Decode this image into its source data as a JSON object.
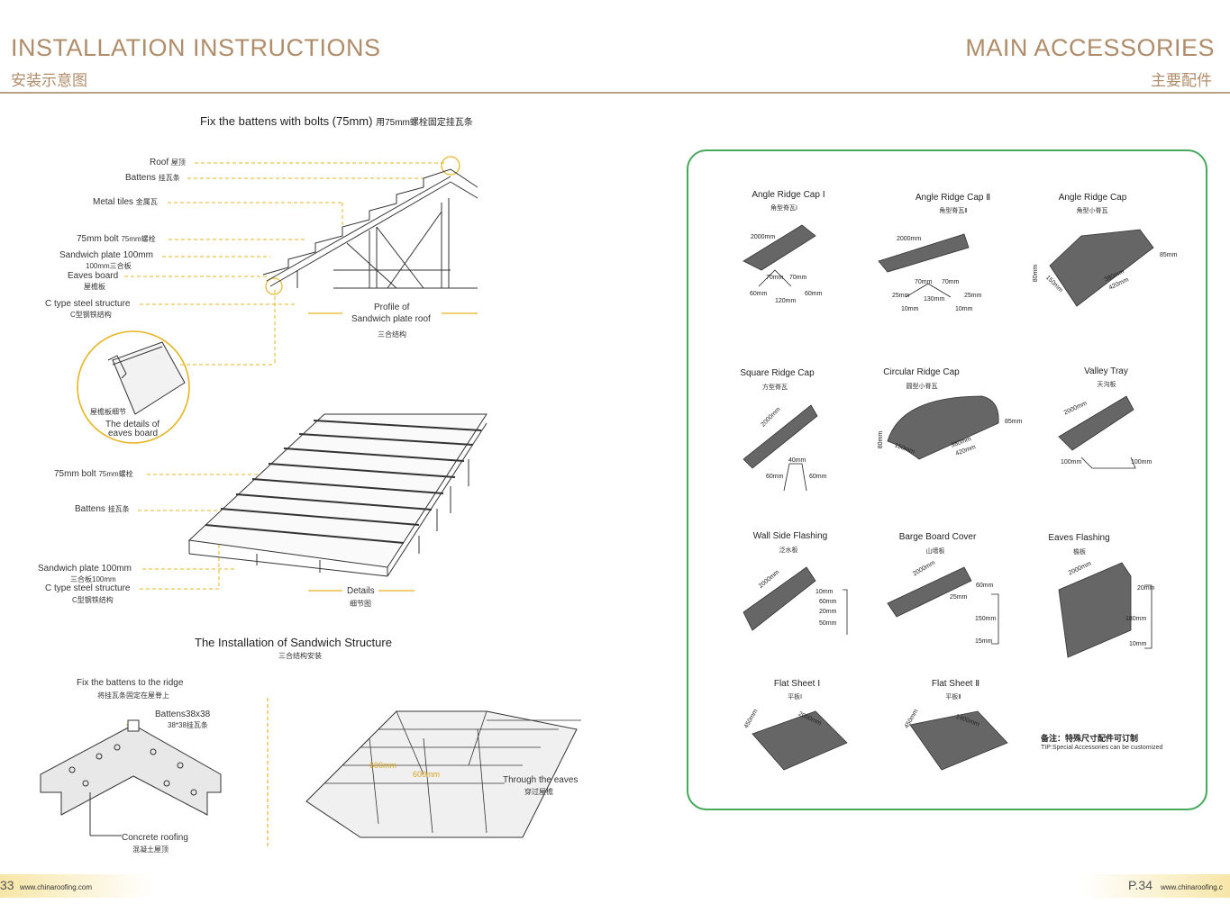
{
  "header": {
    "left_title": "INSTALLATION INSTRUCTIONS",
    "left_subtitle": "安装示意图",
    "right_title": "MAIN ACCESSORIES",
    "right_subtitle": "主要配件"
  },
  "install": {
    "top_title_en": "Fix the battens with bolts (75mm)",
    "top_title_zh": "用75mm螺栓固定挂瓦条",
    "labels": {
      "roof": "Roof",
      "roof_zh": "屋顶",
      "battens": "Battens",
      "battens_zh": "挂瓦条",
      "metal_tiles": "Metal tiles",
      "metal_tiles_zh": "金属瓦",
      "bolt": "75mm bolt",
      "bolt_zh": "75mm螺栓",
      "sandwich": "Sandwich plate 100mm",
      "sandwich_zh": "100mm三合板",
      "eaves": "Eaves board",
      "eaves_zh": "屋檐板",
      "ctype": "C type steel structure",
      "ctype_zh": "C型钢铁结构"
    },
    "profile_en": "Profile of",
    "profile_en2": "Sandwich plate roof",
    "profile_zh": "三合结构",
    "detail_zh": "屋檐板细节",
    "detail_en": "The details of",
    "detail_en2": "eaves board",
    "mid_bolt": "75mm bolt",
    "mid_bolt_zh": "75mm螺栓",
    "mid_battens": "Battens",
    "mid_battens_zh": "挂瓦条",
    "mid_sandwich": "Sandwich plate 100mm",
    "mid_sandwich_zh": "三合板100mm",
    "mid_ctype": "C type steel structure",
    "mid_ctype_zh": "C型钢铁结构",
    "details_en": "Details",
    "details_zh": "细节图",
    "sandwich_title": "The Installation of Sandwich Structure",
    "sandwich_title_zh": "三合结构安装",
    "ridge_title": "Fix the battens to the ridge",
    "ridge_title_zh": "将挂瓦条固定在屋脊上",
    "battens_size": "Battens38x38",
    "battens_size_zh": "38*38挂瓦条",
    "concrete": "Concrete roofing",
    "concrete_zh": "混凝土屋顶",
    "dim1": "600mm",
    "dim2": "600mm",
    "eaves_through": "Through the eaves",
    "eaves_through_zh": "穿过屋檐"
  },
  "accessories": [
    {
      "name": "Angle Ridge Cap Ⅰ",
      "zh": "角型脊瓦Ⅰ",
      "dims": [
        "2000mm",
        "70mm",
        "70mm",
        "60mm",
        "120mm",
        "60mm"
      ]
    },
    {
      "name": "Angle Ridge Cap Ⅱ",
      "zh": "角型脊瓦Ⅱ",
      "dims": [
        "2000mm",
        "70mm",
        "70mm",
        "25mm",
        "130mm",
        "25mm",
        "10mm",
        "10mm"
      ]
    },
    {
      "name": "Angle Ridge Cap",
      "zh": "角型小脊瓦",
      "dims": [
        "80mm",
        "150mm",
        "380mm",
        "420mm",
        "85mm"
      ]
    },
    {
      "name": "Square Ridge Cap",
      "zh": "方型脊瓦",
      "dims": [
        "2000mm",
        "40mm",
        "60mm",
        "60mm"
      ]
    },
    {
      "name": "Circular Ridge Cap",
      "zh": "圆型小脊瓦",
      "dims": [
        "80mm",
        "150mm",
        "380mm",
        "420mm",
        "85mm"
      ]
    },
    {
      "name": "Valley Tray",
      "zh": "天沟板",
      "dims": [
        "2000mm",
        "100mm",
        "100mm"
      ]
    },
    {
      "name": "Wall Side Flashing",
      "zh": "泛水板",
      "dims": [
        "2000mm",
        "10mm",
        "60mm",
        "20mm",
        "50mm"
      ]
    },
    {
      "name": "Barge Board Cover",
      "zh": "山墙板",
      "dims": [
        "2000mm",
        "60mm",
        "25mm",
        "150mm",
        "15mm"
      ]
    },
    {
      "name": "Eaves Flashing",
      "zh": "檐板",
      "dims": [
        "2000mm",
        "20mm",
        "180mm",
        "10mm"
      ]
    },
    {
      "name": "Flat Sheet Ⅰ",
      "zh": "平板Ⅰ",
      "dims": [
        "450mm",
        "2000mm"
      ]
    },
    {
      "name": "Flat Sheet Ⅱ",
      "zh": "平板Ⅱ",
      "dims": [
        "450mm",
        "1400mm"
      ]
    }
  ],
  "note": {
    "zh": "备注：特殊尺寸配件可订制",
    "en": "TIP:Special Accessories can be customized"
  },
  "footer": {
    "left_page": "33",
    "left_site": "www.chinaroofing.com",
    "right_page": "P.34",
    "right_site": "www.chinaroofing.c"
  },
  "colors": {
    "accent": "#b08d6a",
    "panel_border": "#45a85a",
    "dash": "#e6b422"
  }
}
